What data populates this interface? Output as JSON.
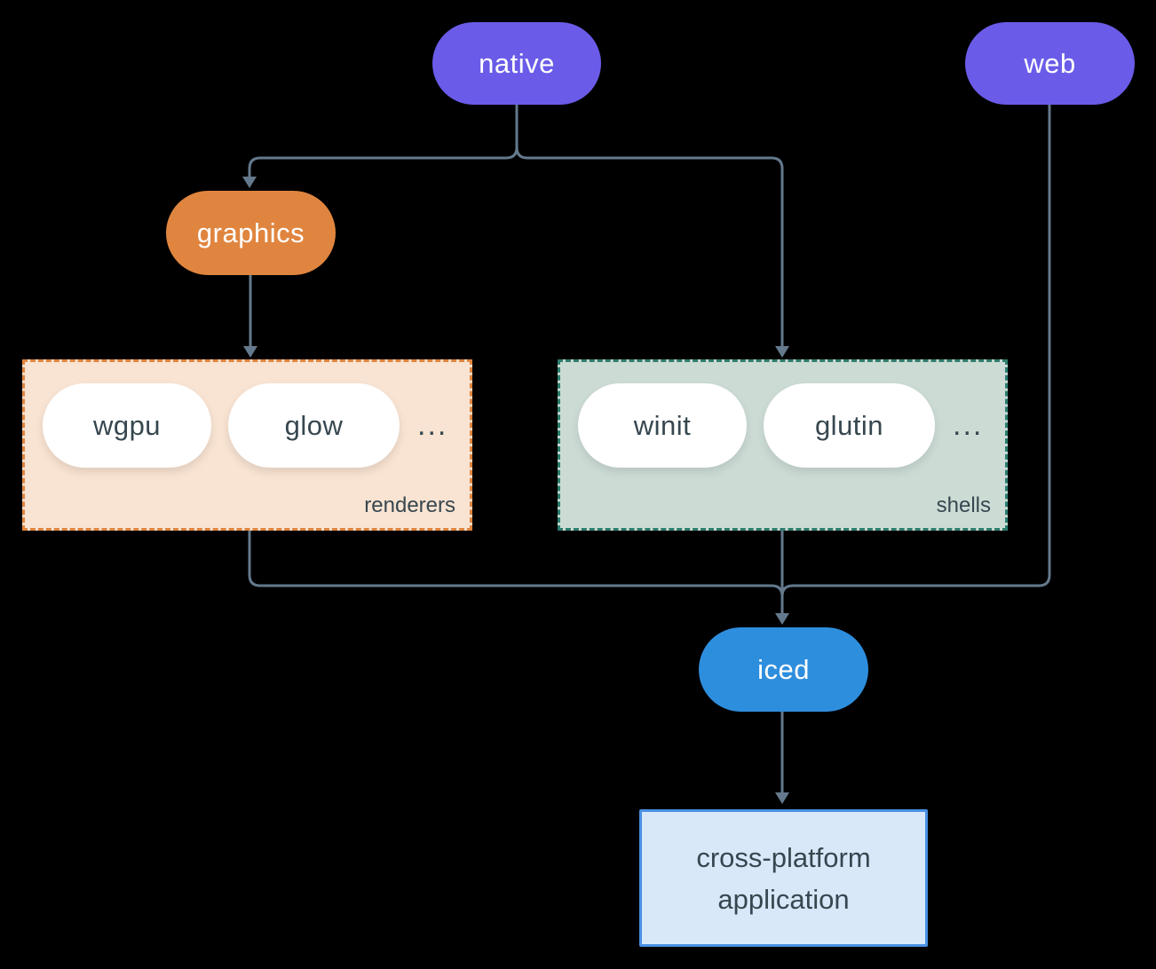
{
  "colors": {
    "background": "#000000",
    "connector": "#64798c",
    "native_web_fill": "#6a5ce8",
    "graphics_fill": "#e0853f",
    "iced_fill": "#2e8ede",
    "renderers_group_fill": "#f9e3d2",
    "renderers_group_border": "#e0853f",
    "shells_group_fill": "#ccdcd5",
    "shells_group_border": "#2e7d6e",
    "app_box_fill": "#d8e8f9",
    "app_box_border": "#4a90e2",
    "dark_text": "#37474f",
    "pill_text": "#ffffff"
  },
  "nodes": {
    "native": {
      "label": "native"
    },
    "web": {
      "label": "web"
    },
    "graphics": {
      "label": "graphics"
    },
    "iced": {
      "label": "iced"
    },
    "app": {
      "line1": "cross-platform",
      "line2": "application"
    }
  },
  "groups": {
    "renderers": {
      "label": "renderers",
      "items": [
        "wgpu",
        "glow"
      ],
      "ellipsis": "..."
    },
    "shells": {
      "label": "shells",
      "items": [
        "winit",
        "glutin"
      ],
      "ellipsis": "..."
    }
  }
}
